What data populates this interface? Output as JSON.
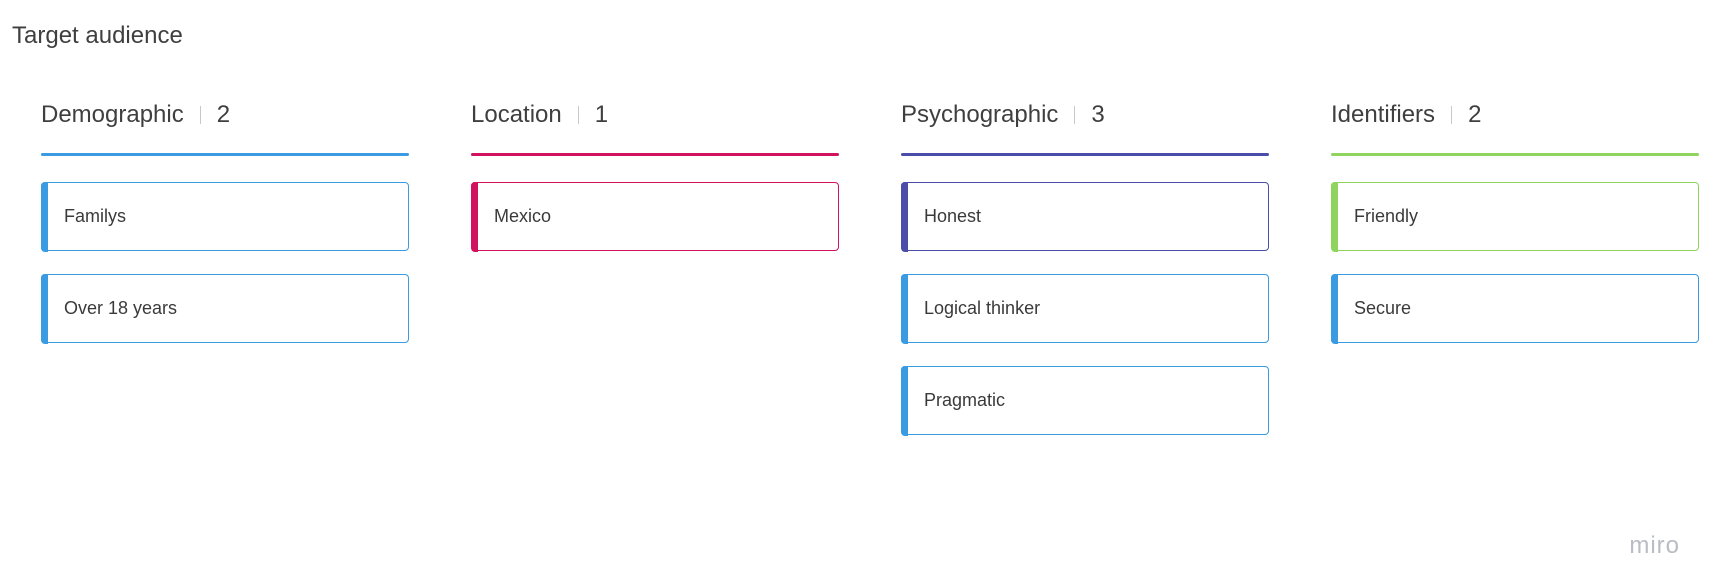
{
  "board": {
    "title": "Target audience"
  },
  "colors": {
    "blue": "#3a9be3",
    "crimson": "#d0125f",
    "indigo": "#4a4ea8",
    "green": "#8ed45f"
  },
  "columns": [
    {
      "title": "Demographic",
      "count": "2",
      "accent": "#3a9be3",
      "cards": [
        {
          "label": "Familys",
          "color": "#3a9be3"
        },
        {
          "label": "Over 18 years",
          "color": "#3a9be3"
        }
      ]
    },
    {
      "title": "Location",
      "count": "1",
      "accent": "#d0125f",
      "cards": [
        {
          "label": "Mexico",
          "color": "#d0125f"
        }
      ]
    },
    {
      "title": "Psychographic",
      "count": "3",
      "accent": "#4a4ea8",
      "cards": [
        {
          "label": "Honest",
          "color": "#4a4ea8"
        },
        {
          "label": "Logical thinker",
          "color": "#3a9be3"
        },
        {
          "label": "Pragmatic",
          "color": "#3a9be3"
        }
      ]
    },
    {
      "title": "Identifiers",
      "count": "2",
      "accent": "#8ed45f",
      "cards": [
        {
          "label": "Friendly",
          "color": "#8ed45f"
        },
        {
          "label": "Secure",
          "color": "#3a9be3"
        }
      ]
    }
  ],
  "watermark": {
    "text": "miro"
  }
}
